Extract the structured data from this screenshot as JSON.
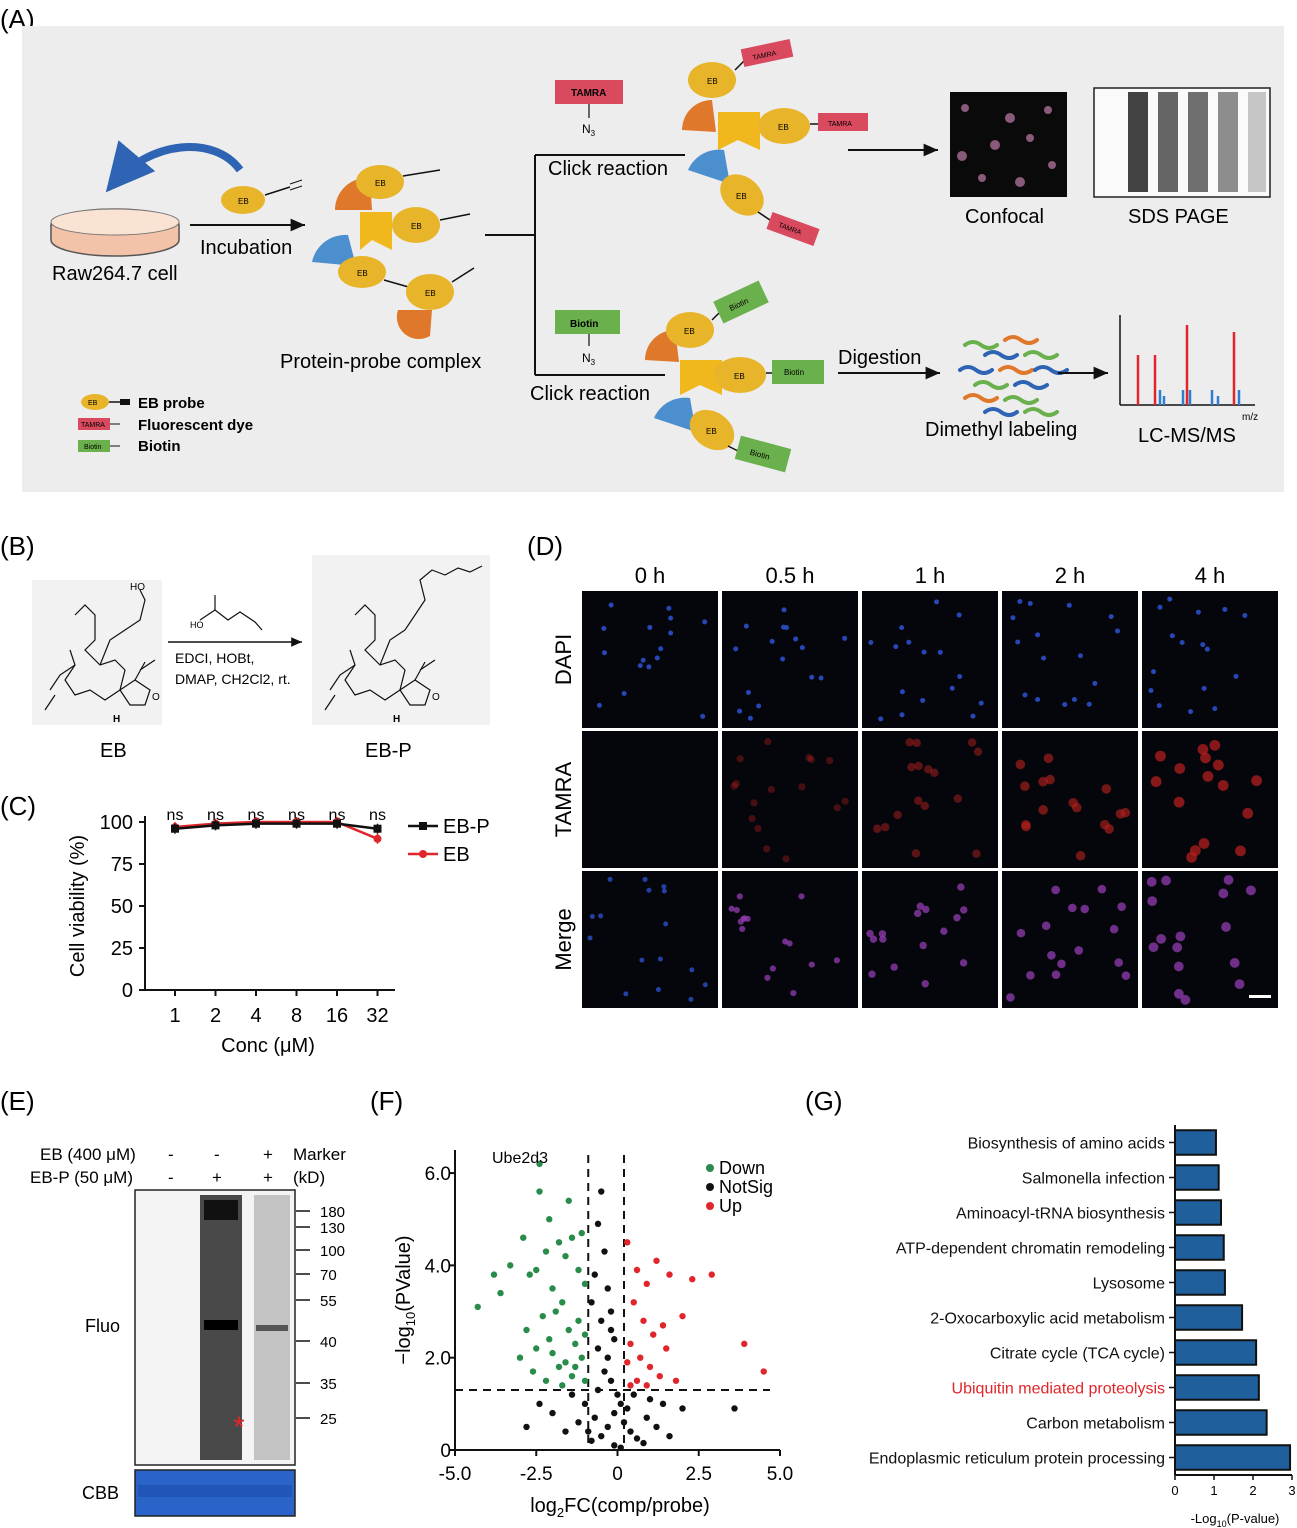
{
  "panels": {
    "a": "(A)",
    "b": "(B)",
    "c": "(C)",
    "d": "(D)",
    "e": "(E)",
    "f": "(F)",
    "g": "(G)"
  },
  "panel_a": {
    "cell_label": "Raw264.7 cell",
    "incubation": "Incubation",
    "complex": "Protein-probe complex",
    "click_top": "Click reaction",
    "click_bottom": "Click reaction",
    "tamra": "TAMRA",
    "biotin": "Biotin",
    "n3": "N",
    "n3_sub": "3",
    "eb": "EB",
    "confocal": "Confocal",
    "sds_page": "SDS PAGE",
    "digestion": "Digestion",
    "dimethyl": "Dimethyl labeling",
    "lcms": "LC-MS/MS",
    "mz": "m/z",
    "legend": [
      "EB probe",
      "Fluorescent dye",
      "Biotin"
    ]
  },
  "panel_b": {
    "left": "EB",
    "right": "EB-P",
    "reagent1": "EDCI, HOBt,",
    "reagent2": "DMAP, CH2Cl2, rt.",
    "ho": "HO",
    "oh": "HO",
    "h": "H",
    "o": "O"
  },
  "panel_c": {
    "ylabel": "Cell viability (%)",
    "xlabel": "Conc (μM)",
    "ns": "ns"
  },
  "panel_d": {
    "cols": [
      "0 h",
      "0.5 h",
      "1 h",
      "2 h",
      "4 h"
    ],
    "rows": [
      "DAPI",
      "TAMRA",
      "Merge"
    ]
  },
  "panel_e": {
    "eb_label": "EB (400 μM)",
    "ebp_label": "EB-P (50 μM)",
    "eb_vals": [
      "-",
      "-",
      "+"
    ],
    "ebp_vals": [
      "-",
      "+",
      "+"
    ],
    "marker": "Marker",
    "kd": "(kD)",
    "markers": [
      "180",
      "130",
      "100",
      "70",
      "55",
      "40",
      "35",
      "25"
    ],
    "fluo": "Fluo",
    "cbb": "CBB",
    "star": "*"
  },
  "panel_f": {
    "ylabel": "−log",
    "ylabel_sub": "10",
    "ylabel_tail": "(PValue)",
    "xlabel": "log",
    "xlabel_sub": "2",
    "xlabel_tail": "FC(comp/probe)",
    "annot": "Ube2d3",
    "legend": [
      "Down",
      "NotSig",
      "Up"
    ]
  },
  "panel_g": {
    "xlabel": "-Log",
    "xlabel_sub": "10",
    "xlabel_tail": "(P-value)"
  },
  "colors": {
    "eb_yellow": "#e7b42a",
    "tamra": "#d94a5f",
    "biotin": "#6ab04c",
    "orange": "#e0782c",
    "blue": "#4b8fcf",
    "bar": "#1f5f9c",
    "up": "#e0262a",
    "down": "#2a8c4a"
  },
  "chart_data": [
    {
      "type": "line",
      "panel": "C",
      "x": [
        "1",
        "2",
        "4",
        "8",
        "16",
        "32"
      ],
      "series": [
        {
          "name": "EB-P",
          "values": [
            96,
            98,
            99,
            99,
            99,
            96
          ]
        },
        {
          "name": "EB",
          "values": [
            97,
            99,
            100,
            100,
            100,
            90
          ]
        }
      ],
      "xlabel": "Conc (μM)",
      "ylabel": "Cell viability (%)",
      "ylim": [
        0,
        100
      ],
      "yticks": [
        "0",
        "25",
        "50",
        "75",
        "100"
      ],
      "legend": "right"
    },
    {
      "type": "scatter",
      "panel": "F",
      "xlim": [
        -5.0,
        5.0
      ],
      "ylim": [
        0,
        6.5
      ],
      "xticks": [
        "-5.0",
        "-2.5",
        "0",
        "2.5",
        "5.0"
      ],
      "yticks": [
        "0",
        "2.0",
        "4.0",
        "6.0"
      ],
      "thresholds": {
        "x": [
          -0.9,
          0.2
        ],
        "y": 1.3
      },
      "series": [
        {
          "name": "Down",
          "points": [
            [
              -2.4,
              6.2
            ],
            [
              -4.3,
              3.1
            ],
            [
              -3.6,
              3.4
            ],
            [
              -3.3,
              4.0
            ],
            [
              -2.9,
              4.6
            ],
            [
              -2.7,
              3.8
            ],
            [
              -2.5,
              3.9
            ],
            [
              -2.2,
              4.3
            ],
            [
              -2.0,
              3.5
            ],
            [
              -1.8,
              4.5
            ],
            [
              -1.6,
              4.2
            ],
            [
              -1.4,
              4.6
            ],
            [
              -1.2,
              3.9
            ],
            [
              -1.1,
              4.7
            ],
            [
              -1.0,
              3.6
            ],
            [
              -1.7,
              3.2
            ],
            [
              -2.3,
              2.9
            ],
            [
              -1.5,
              2.6
            ],
            [
              -1.3,
              2.3
            ],
            [
              -2.0,
              2.1
            ],
            [
              -1.1,
              2.0
            ],
            [
              -1.8,
              1.8
            ],
            [
              -2.6,
              1.7
            ],
            [
              -1.4,
              1.6
            ],
            [
              -1.0,
              1.5
            ],
            [
              -2.1,
              2.4
            ],
            [
              -1.6,
              1.9
            ],
            [
              -2.8,
              2.6
            ],
            [
              -1.2,
              2.8
            ],
            [
              -3.8,
              3.8
            ],
            [
              -2.4,
              5.6
            ],
            [
              -2.1,
              5.0
            ],
            [
              -1.5,
              5.4
            ],
            [
              -1.9,
              3.0
            ],
            [
              -1.0,
              2.5
            ],
            [
              -2.5,
              2.2
            ],
            [
              -3.0,
              2.0
            ],
            [
              -1.7,
              1.4
            ],
            [
              -1.3,
              1.8
            ],
            [
              -2.2,
              1.5
            ]
          ]
        },
        {
          "name": "NotSig",
          "points": [
            [
              -0.5,
              5.6
            ],
            [
              -0.6,
              4.9
            ],
            [
              -0.4,
              4.3
            ],
            [
              -0.7,
              3.8
            ],
            [
              -0.3,
              3.5
            ],
            [
              -0.8,
              3.2
            ],
            [
              -0.2,
              3.0
            ],
            [
              -0.5,
              2.8
            ],
            [
              -0.1,
              2.4
            ],
            [
              -0.6,
              2.2
            ],
            [
              -0.3,
              2.0
            ],
            [
              -0.4,
              1.7
            ],
            [
              -0.2,
              1.5
            ],
            [
              0.0,
              1.2
            ],
            [
              0.1,
              1.0
            ],
            [
              -0.1,
              0.8
            ],
            [
              0.2,
              0.6
            ],
            [
              -0.3,
              0.5
            ],
            [
              0.4,
              0.4
            ],
            [
              -0.5,
              0.3
            ],
            [
              0.6,
              0.25
            ],
            [
              -0.8,
              0.2
            ],
            [
              0.8,
              0.15
            ],
            [
              -1.2,
              0.6
            ],
            [
              1.2,
              0.5
            ],
            [
              -1.6,
              0.4
            ],
            [
              1.6,
              0.3
            ],
            [
              -2.0,
              0.8
            ],
            [
              2.0,
              0.9
            ],
            [
              -2.4,
              1.0
            ],
            [
              1.0,
              1.1
            ],
            [
              -1.0,
              1.0
            ],
            [
              0.3,
              0.9
            ],
            [
              -0.7,
              0.7
            ],
            [
              0.5,
              1.2
            ],
            [
              -1.4,
              1.2
            ],
            [
              1.4,
              1.0
            ],
            [
              -0.9,
              0.4
            ],
            [
              0.9,
              0.7
            ],
            [
              -0.1,
              0.1
            ],
            [
              0.1,
              0.05
            ],
            [
              -2.8,
              0.5
            ],
            [
              3.6,
              0.9
            ],
            [
              -0.2,
              2.6
            ],
            [
              -0.6,
              1.3
            ]
          ]
        },
        {
          "name": "Up",
          "points": [
            [
              0.3,
              4.5
            ],
            [
              0.6,
              3.9
            ],
            [
              0.9,
              3.6
            ],
            [
              1.2,
              4.1
            ],
            [
              1.6,
              3.8
            ],
            [
              2.3,
              3.7
            ],
            [
              2.9,
              3.8
            ],
            [
              0.5,
              3.2
            ],
            [
              0.8,
              2.8
            ],
            [
              1.1,
              2.5
            ],
            [
              1.4,
              2.7
            ],
            [
              0.4,
              2.3
            ],
            [
              0.7,
              2.0
            ],
            [
              1.0,
              1.8
            ],
            [
              1.3,
              1.6
            ],
            [
              0.6,
              1.5
            ],
            [
              0.9,
              1.4
            ],
            [
              1.8,
              1.5
            ],
            [
              3.9,
              2.3
            ],
            [
              4.5,
              1.7
            ],
            [
              0.3,
              1.9
            ],
            [
              1.5,
              2.2
            ],
            [
              2.0,
              2.9
            ],
            [
              0.4,
              1.4
            ]
          ]
        }
      ],
      "xlabel": "log2FC(comp/probe)",
      "ylabel": "−log10(PValue)",
      "legend": "top-right"
    },
    {
      "type": "bar",
      "panel": "G",
      "orientation": "horizontal",
      "categories": [
        "Biosynthesis of amino acids",
        "Salmonella infection",
        "Aminoacyl-tRNA biosynthesis",
        "ATP-dependent chromatin remodeling",
        "Lysosome",
        "2-Oxocarboxylic acid metabolism",
        "Citrate cycle (TCA cycle)",
        "Ubiquitin mediated proteolysis",
        "Carbon metabolism",
        "Endoplasmic reticulum protein processing"
      ],
      "values": [
        1.05,
        1.12,
        1.18,
        1.25,
        1.28,
        1.72,
        2.08,
        2.15,
        2.35,
        2.95
      ],
      "highlight": "Ubiquitin mediated proteolysis",
      "xlim": [
        0,
        3
      ],
      "xticks": [
        "0",
        "1",
        "2",
        "3"
      ],
      "xlabel": "-Log10(P-value)"
    }
  ]
}
